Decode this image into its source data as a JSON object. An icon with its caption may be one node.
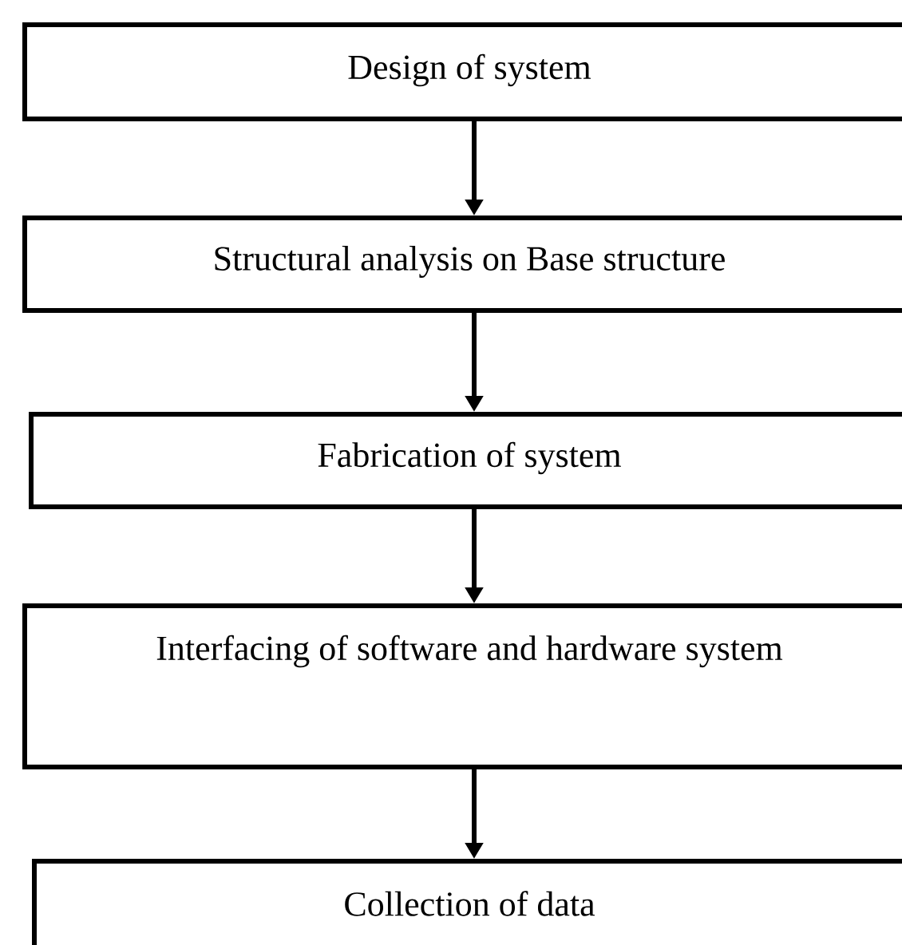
{
  "diagram": {
    "nodes": [
      {
        "text": [
          "Design of system"
        ]
      },
      {
        "text": [
          "Structural analysis on Base structure"
        ]
      },
      {
        "text": [
          "Fabrication of system"
        ]
      },
      {
        "text": [
          "Interfacing of software and hardware system"
        ]
      },
      {
        "text": [
          "Collection of data"
        ]
      }
    ],
    "edges": [
      {
        "from": 0,
        "to": 1,
        "arrow": "to"
      },
      {
        "from": 1,
        "to": 2,
        "arrow": "to"
      },
      {
        "from": 2,
        "to": 3,
        "arrow": "to"
      },
      {
        "from": 3,
        "to": 4,
        "arrow": "to"
      }
    ]
  }
}
